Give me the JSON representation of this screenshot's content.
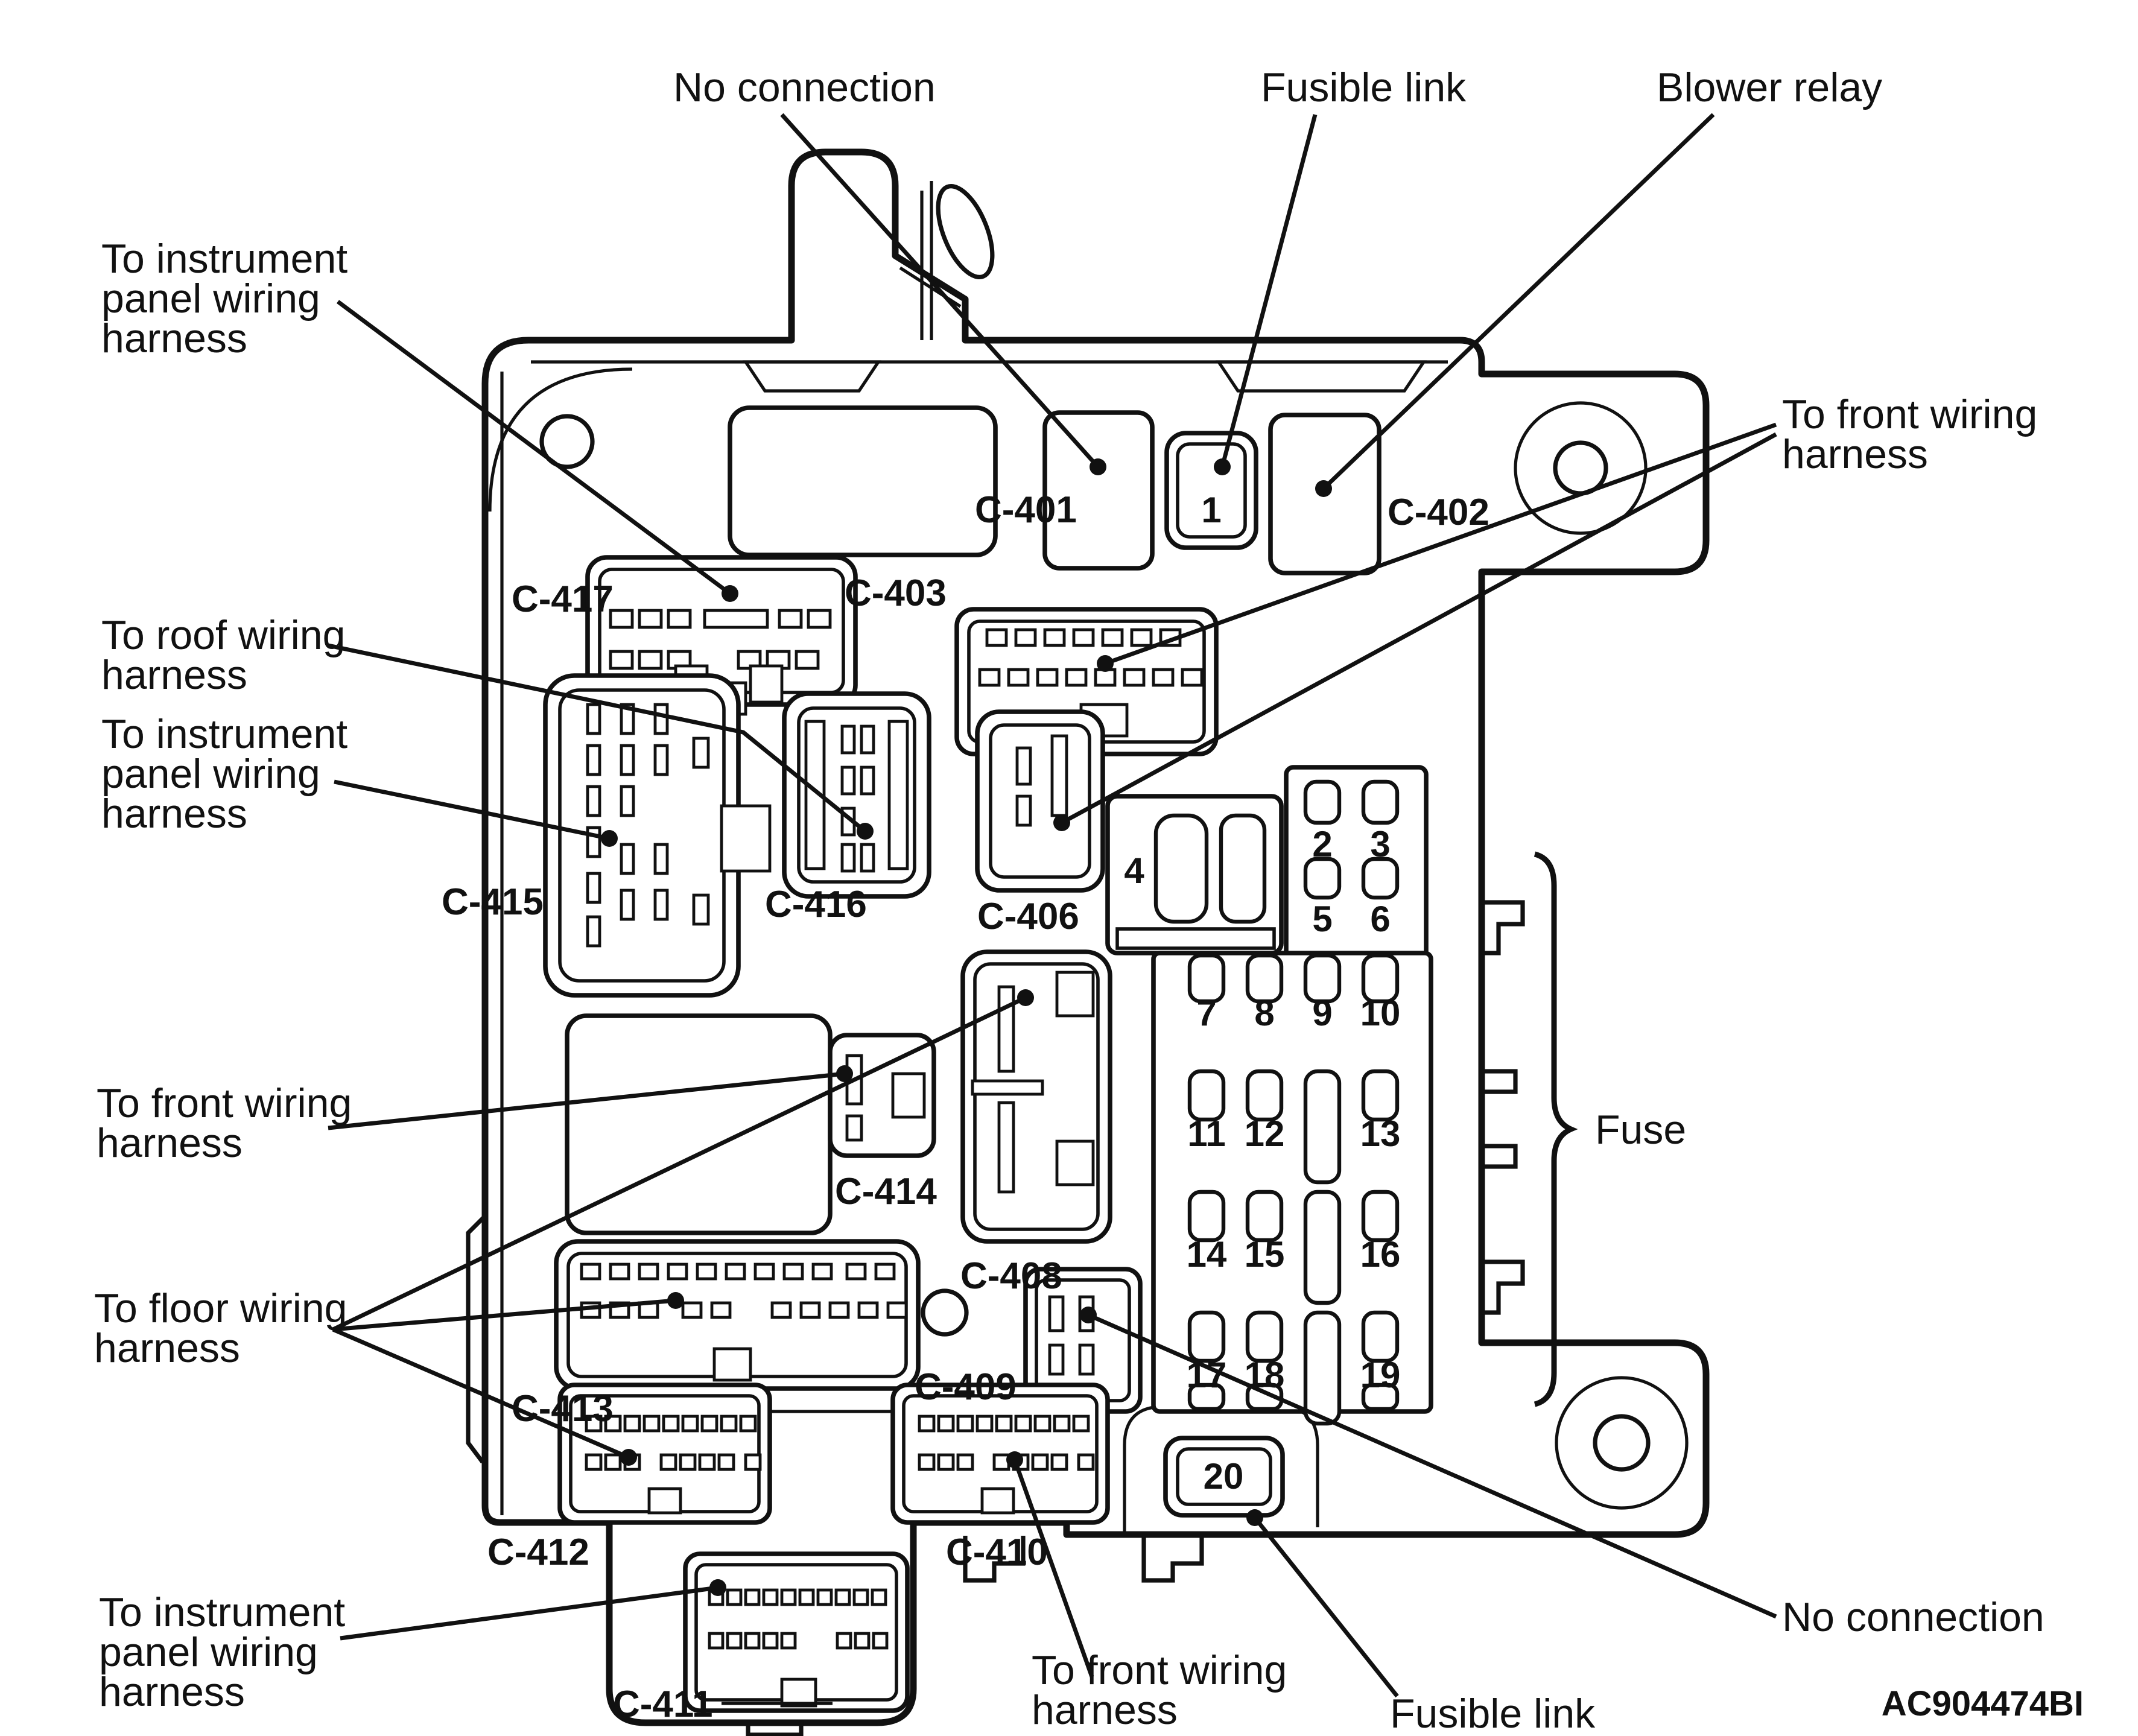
{
  "figure": {
    "code": "AC904474BI"
  },
  "colors": {
    "ink": "#111111",
    "bg": "#ffffff"
  },
  "connector_labels": {
    "c401": "C-401",
    "c402": "C-402",
    "c403": "C-403",
    "c406": "C-406",
    "c408": "C-408",
    "c409": "C-409",
    "c410": "C-410",
    "c411": "C-411",
    "c412": "C-412",
    "c413": "C-413",
    "c414": "C-414",
    "c415": "C-415",
    "c416": "C-416",
    "c417": "C-417"
  },
  "fuse_labels": {
    "f1": "1",
    "f2": "2",
    "f3": "3",
    "f4": "4",
    "f5": "5",
    "f6": "6",
    "f7": "7",
    "f8": "8",
    "f9": "9",
    "f10": "10",
    "f11": "11",
    "f12": "12",
    "f13": "13",
    "f14": "14",
    "f15": "15",
    "f16": "16",
    "f17": "17",
    "f18": "18",
    "f19": "19",
    "f20": "20"
  },
  "callouts": {
    "no_connection_top": {
      "lines": [
        "No connection"
      ]
    },
    "fusible_link_top": {
      "lines": [
        "Fusible link"
      ]
    },
    "blower_relay": {
      "lines": [
        "Blower relay"
      ]
    },
    "instrument_panel_top": {
      "lines": [
        "To instrument",
        "panel wiring",
        "harness"
      ]
    },
    "front_harness_right": {
      "lines": [
        "To front wiring",
        "harness"
      ]
    },
    "roof_harness": {
      "lines": [
        "To roof wiring",
        "harness"
      ]
    },
    "instrument_panel_mid": {
      "lines": [
        "To instrument",
        "panel wiring",
        "harness"
      ]
    },
    "front_harness_left": {
      "lines": [
        "To front wiring",
        "harness"
      ]
    },
    "floor_harness": {
      "lines": [
        "To floor wiring",
        "harness"
      ]
    },
    "instrument_panel_bottom": {
      "lines": [
        "To instrument",
        "panel wiring",
        "harness"
      ]
    },
    "front_harness_bottom": {
      "lines": [
        "To front wiring",
        "harness"
      ]
    },
    "fusible_link_bottom": {
      "lines": [
        "Fusible link"
      ]
    },
    "no_connection_bottom": {
      "lines": [
        "No connection"
      ]
    },
    "fuse_brace": {
      "lines": [
        "Fuse"
      ]
    }
  }
}
